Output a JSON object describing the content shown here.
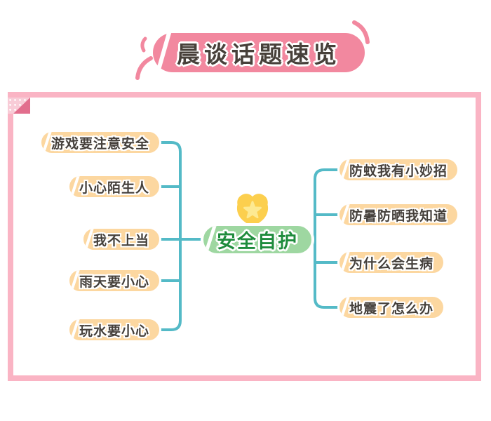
{
  "title": {
    "text": "晨谈话题速览"
  },
  "mindmap": {
    "center": {
      "label": "安全自护",
      "icon": "shield-star-badge"
    },
    "left_branches": [
      {
        "label": "游戏要注意安全"
      },
      {
        "label": "小心陌生人"
      },
      {
        "label": "我不上当"
      },
      {
        "label": "雨天要小心"
      },
      {
        "label": "玩水要小心"
      }
    ],
    "right_branches": [
      {
        "label": "防蚊我有小妙招"
      },
      {
        "label": "防暑防晒我知道"
      },
      {
        "label": "为什么会生病"
      },
      {
        "label": "地震了怎么办"
      }
    ]
  },
  "colors": {
    "title_pill": "#f2889f",
    "title_text": "#47403a",
    "panel_border": "#fab4c4",
    "fold_dark": "#e26e8d",
    "fold_light": "#f8ccd7",
    "branch_pill": "#fcd7a0",
    "branch_text": "#45403b",
    "connector": "#54bac7",
    "center_pill": "#9ed7a1",
    "center_text": "#1f8c3d",
    "badge_gold": "#fccf4e",
    "badge_star": "#fde992"
  }
}
